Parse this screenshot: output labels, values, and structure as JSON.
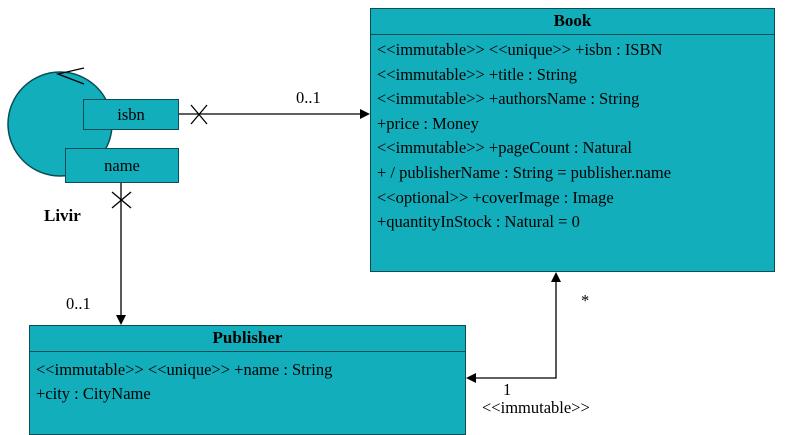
{
  "book": {
    "name": "Book",
    "attributes": [
      "<<immutable>> <<unique>> +isbn : ISBN",
      "<<immutable>> +title : String",
      "<<immutable>> +authorsName : String",
      "+price : Money",
      "<<immutable>> +pageCount : Natural",
      "+ / publisherName : String = publisher.name",
      "<<optional>> +coverImage : Image",
      "+quantityInStock : Natural = 0"
    ]
  },
  "publisher": {
    "name": "Publisher",
    "attributes": [
      "<<immutable>> <<unique>> +name : String",
      "+city : CityName"
    ]
  },
  "livir": {
    "name": "Livir",
    "qualifiers": [
      "isbn",
      "name"
    ]
  },
  "associations": {
    "isbn_to_book_multiplicity": "0..1",
    "name_to_publisher_multiplicity": "0..1",
    "book_side_multiplicity": "*",
    "publisher_side_multiplicity": "1",
    "publisher_book_stereotype": "<<immutable>>"
  },
  "colors": {
    "class_fill": "#12aebc",
    "class_border": "#0a4d55",
    "line": "#000000"
  }
}
